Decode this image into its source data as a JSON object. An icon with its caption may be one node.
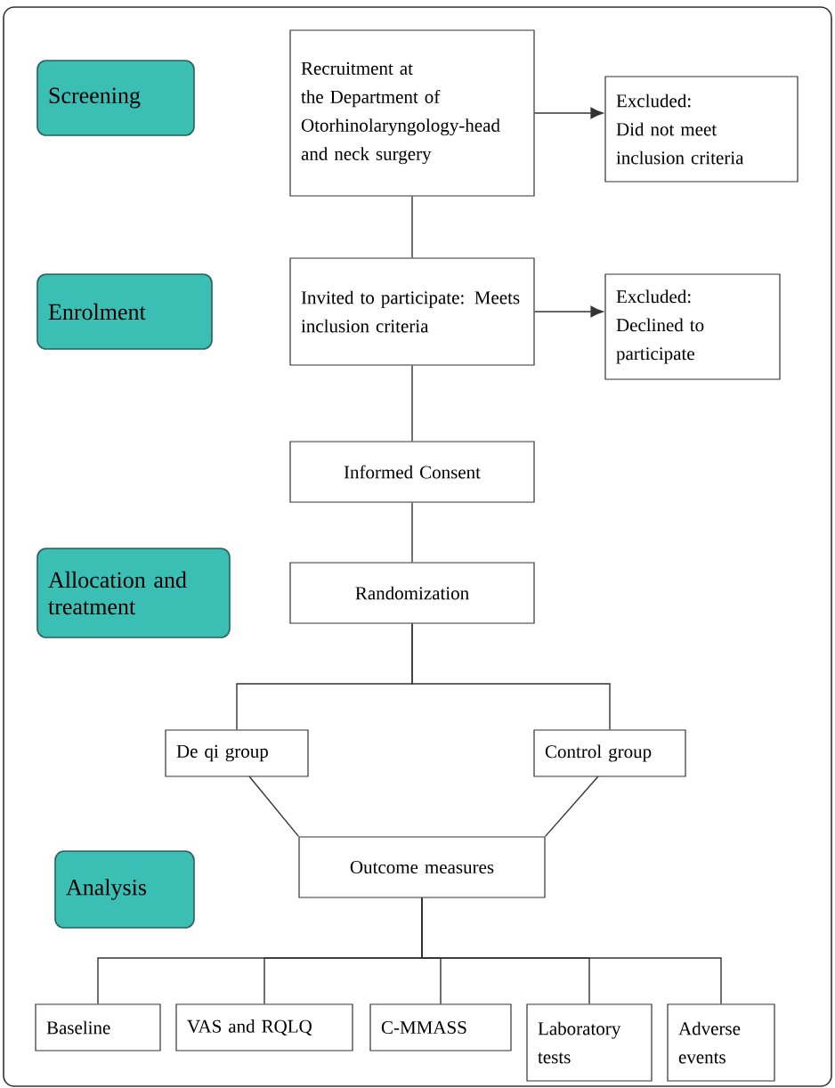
{
  "diagram": {
    "nodes": [
      {
        "text": [
          "Screening"
        ]
      },
      {
        "text": [
          "Recruitment at the Department of Otorhinolaryngology-head and neck surgery"
        ]
      },
      {
        "text": [
          "Excluded:",
          "Did not meet inclusion criteria"
        ]
      },
      {
        "text": [
          "Enrolment"
        ]
      },
      {
        "text": [
          "Invited to participate: Meets inclusion criteria"
        ]
      },
      {
        "text": [
          "Excluded:",
          "Declined to participate"
        ]
      },
      {
        "text": [
          "Informed Consent"
        ]
      },
      {
        "text": [
          "Allocation and treatment"
        ]
      },
      {
        "text": [
          "Randomization"
        ]
      },
      {
        "text": [
          "De qi group"
        ]
      },
      {
        "text": [
          "Control group"
        ]
      },
      {
        "text": [
          "Analysis"
        ]
      },
      {
        "text": [
          "Outcome measures"
        ]
      },
      {
        "text": [
          "Baseline"
        ]
      },
      {
        "text": [
          "VAS and RQLQ"
        ]
      },
      {
        "text": [
          "C-MMASS"
        ]
      },
      {
        "text": [
          "Laboratory tests"
        ]
      },
      {
        "text": [
          "Adverse events"
        ]
      }
    ],
    "edges": [
      {
        "from": 1,
        "to": 2,
        "arrow": "to"
      },
      {
        "from": 1,
        "to": 4,
        "arrow": "none"
      },
      {
        "from": 4,
        "to": 5,
        "arrow": "to"
      },
      {
        "from": 4,
        "to": 6,
        "arrow": "none"
      },
      {
        "from": 6,
        "to": 8,
        "arrow": "none"
      },
      {
        "from": 8,
        "to": 9,
        "arrow": "none"
      },
      {
        "from": 8,
        "to": 10,
        "arrow": "none"
      },
      {
        "from": 9,
        "to": 12,
        "arrow": "none"
      },
      {
        "from": 10,
        "to": 12,
        "arrow": "none"
      },
      {
        "from": 12,
        "to": 13,
        "arrow": "none"
      },
      {
        "from": 12,
        "to": 14,
        "arrow": "none"
      },
      {
        "from": 12,
        "to": 15,
        "arrow": "none"
      },
      {
        "from": 12,
        "to": 16,
        "arrow": "none"
      },
      {
        "from": 12,
        "to": 17,
        "arrow": "none"
      }
    ]
  }
}
